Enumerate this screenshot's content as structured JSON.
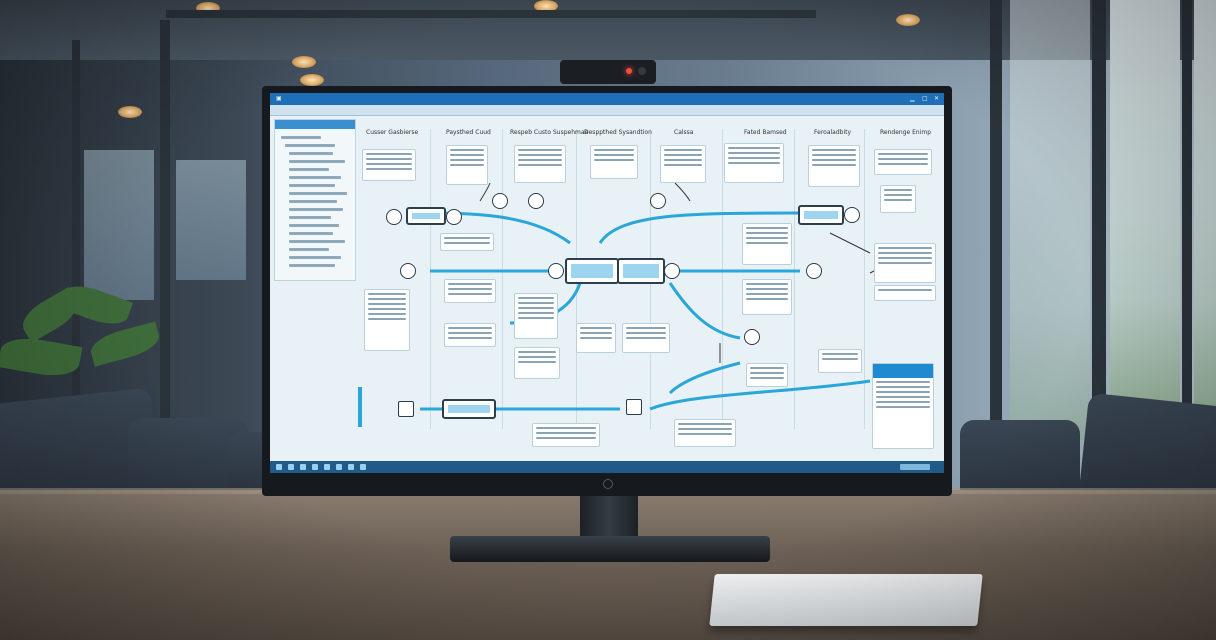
{
  "scene": {
    "description_name": "conference-room-monitor",
    "colors": {
      "accent": "#2aa6d8",
      "titlebar": "#1e6fb8",
      "screen_bg": "#e7f1f6",
      "webcam_led": "#ff4a3a"
    }
  },
  "screen": {
    "title_text": "",
    "column_headers": [
      "Cusser Gasbierse",
      "Paysthed Cuud",
      "Respeb Custo Suspehmae",
      "Desppthed Sysandtion",
      "Calssa",
      "Fated Bamsed",
      "Feroaladbity",
      "Rendenge Enimp"
    ],
    "icons": [
      "app-icon",
      "minimize-icon",
      "maximize-icon",
      "close-icon",
      "node-icon",
      "user-icon",
      "gear-icon",
      "document-icon"
    ]
  }
}
